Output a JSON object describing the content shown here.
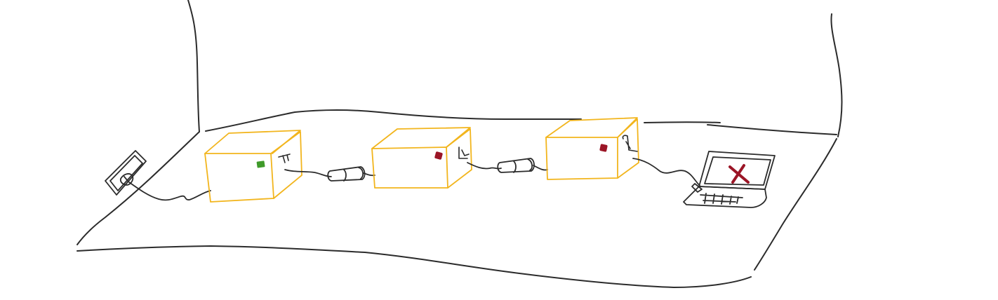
{
  "colors": {
    "ink": "#2b2b2b",
    "box_outline": "#f2b51d",
    "status_ok": "#3f9a2a",
    "status_error": "#9b1526",
    "screen_cross": "#9b1526"
  },
  "scene": {
    "description_items": [
      "wall-outlet",
      "power-line-adapter-1",
      "cable-coupler-1",
      "power-line-adapter-2",
      "cable-coupler-2",
      "power-line-adapter-3",
      "laptop"
    ],
    "adapters": [
      {
        "id": "adapter-1",
        "status": "ok"
      },
      {
        "id": "adapter-2",
        "status": "error"
      },
      {
        "id": "adapter-3",
        "status": "error"
      }
    ],
    "laptop": {
      "screen_icon": "cross-icon",
      "status": "error"
    }
  }
}
